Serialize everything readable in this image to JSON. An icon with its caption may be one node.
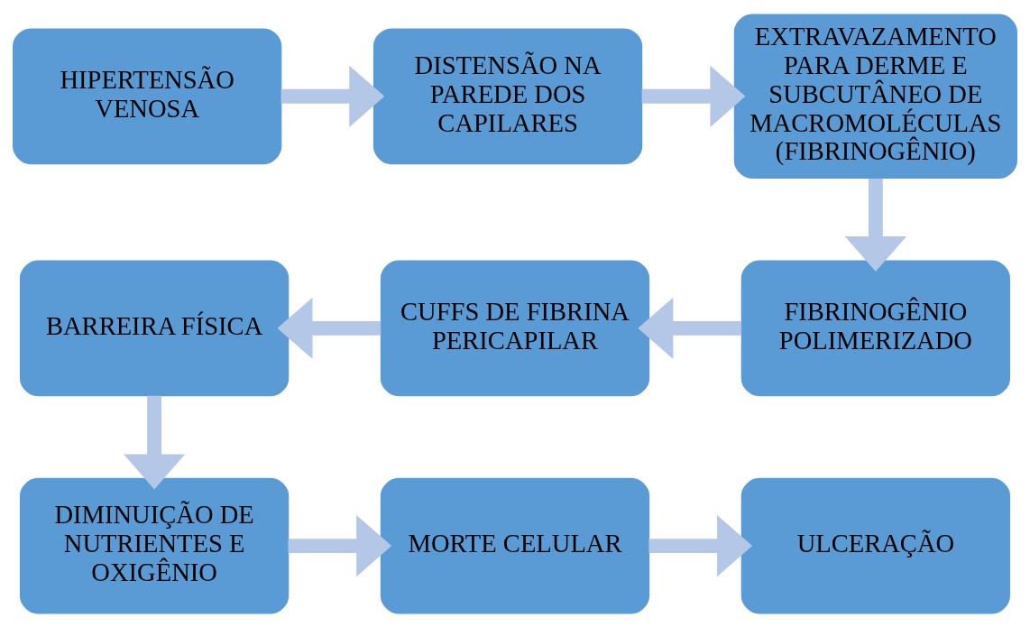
{
  "diagram": {
    "nodes": [
      {
        "text": [
          "HIPERTENSÃO VENOSA"
        ]
      },
      {
        "text": [
          "DISTENSÃO NA PAREDE DOS CAPILARES"
        ]
      },
      {
        "text": [
          "EXTRAVAZAMENTO PARA DERME E SUBCUTÂNEO DE MACROMOLÉCULAS (FIBRINOGÊNIO)"
        ]
      },
      {
        "text": [
          "FIBRINOGÊNIO POLIMERIZADO"
        ]
      },
      {
        "text": [
          "CUFFS DE FIBRINA PERICAPILAR"
        ]
      },
      {
        "text": [
          "BARREIRA FÍSICA"
        ]
      },
      {
        "text": [
          "DIMINUIÇÃO DE NUTRIENTES E OXIGÊNIO"
        ]
      },
      {
        "text": [
          "MORTE CELULAR"
        ]
      },
      {
        "text": [
          "ULCERAÇÃO"
        ]
      }
    ],
    "edges": [
      {
        "from": 0,
        "to": 1,
        "arrow": "to"
      },
      {
        "from": 1,
        "to": 2,
        "arrow": "to"
      },
      {
        "from": 2,
        "to": 3,
        "arrow": "to"
      },
      {
        "from": 3,
        "to": 4,
        "arrow": "to"
      },
      {
        "from": 4,
        "to": 5,
        "arrow": "to"
      },
      {
        "from": 5,
        "to": 6,
        "arrow": "to"
      },
      {
        "from": 6,
        "to": 7,
        "arrow": "to"
      },
      {
        "from": 7,
        "to": 8,
        "arrow": "to"
      }
    ]
  }
}
